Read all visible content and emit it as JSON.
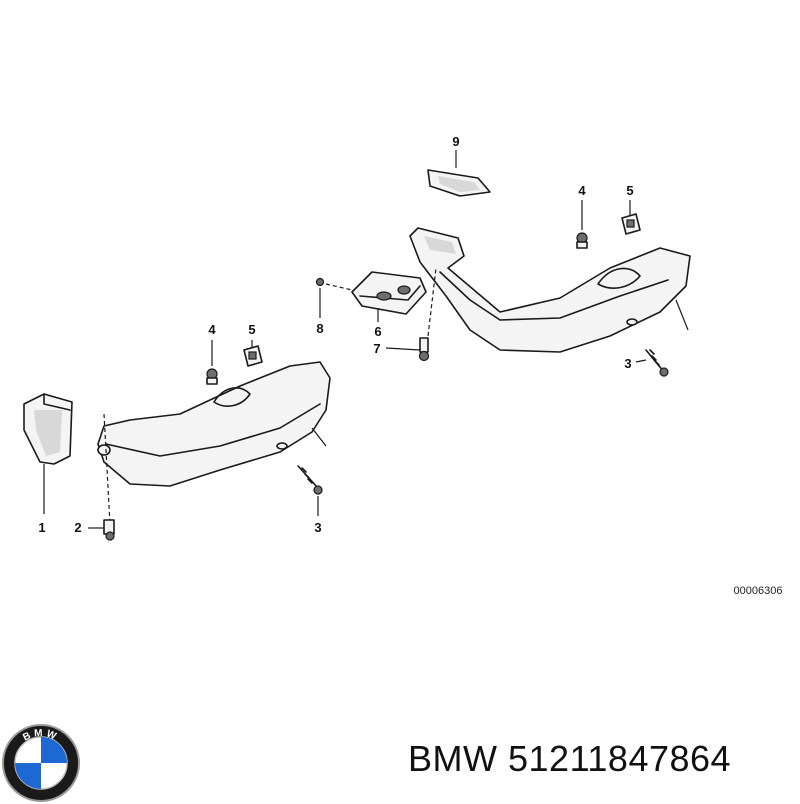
{
  "callouts": {
    "c9": "9",
    "c4r": "4",
    "c5r": "5",
    "c8": "8",
    "c6": "6",
    "c7": "7",
    "c3r": "3",
    "c4l": "4",
    "c5l": "5",
    "c1": "1",
    "c2": "2",
    "c3l": "3"
  },
  "diagram_code": "00006306",
  "caption": {
    "brand": "BMW",
    "part_number": "51211847864"
  },
  "logo_text": "BMW",
  "colors": {
    "logo_blue": "#1c69d4",
    "logo_ring": "#1a1a1a",
    "line": "#1a1a1a"
  }
}
